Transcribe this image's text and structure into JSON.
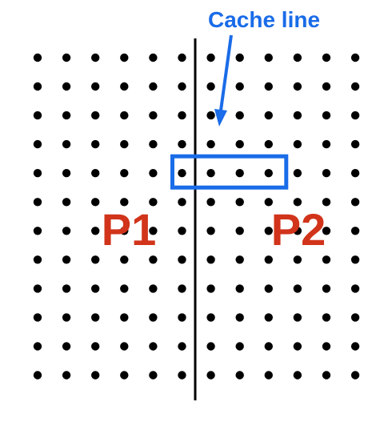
{
  "cache_label": "Cache line",
  "regions": [
    {
      "label": "P1"
    },
    {
      "label": "P2"
    }
  ],
  "grid": {
    "rows": 12,
    "cols": 12
  },
  "cache_line": {
    "row": 4,
    "col_start": 5,
    "col_end": 8
  },
  "colors": {
    "dot": "#000000",
    "divider": "#000000",
    "cache_box": "#1a6ce8",
    "cache_label": "#1a6ce8",
    "region_label": "#d1341a"
  }
}
